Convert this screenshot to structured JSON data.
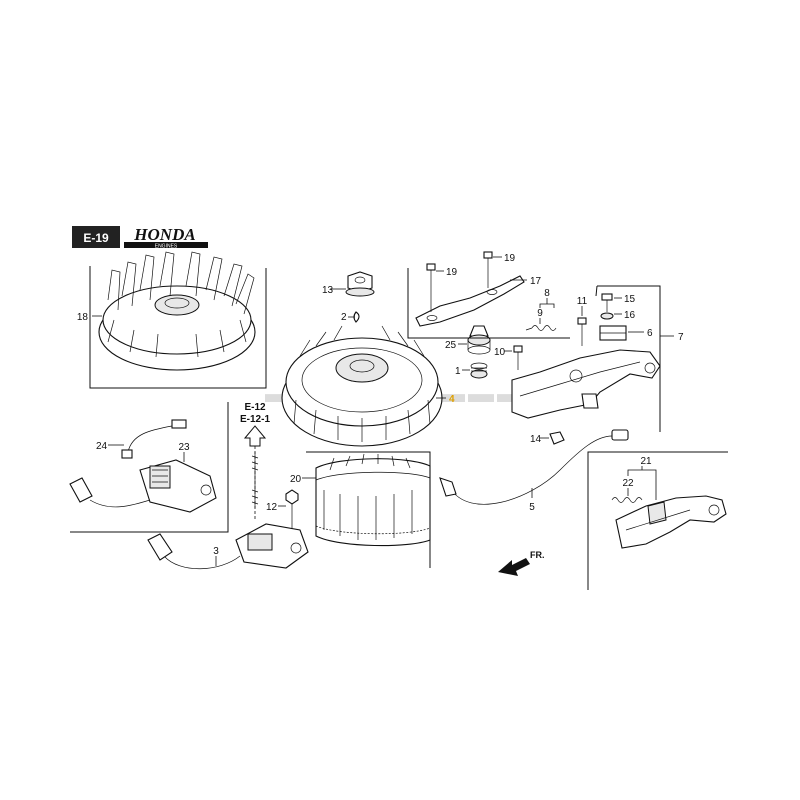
{
  "header": {
    "section_code": "E-19",
    "brand": "HONDA",
    "brand_sub": "ENGINES"
  },
  "reference": {
    "line1": "E-12",
    "line2": "E-12-1"
  },
  "direction": {
    "label": "FR."
  },
  "callouts": {
    "c1": "1",
    "c2": "2",
    "c3": "3",
    "c4": "4",
    "c5": "5",
    "c6": "6",
    "c7": "7",
    "c8": "8",
    "c9": "9",
    "c10": "10",
    "c11": "11",
    "c12": "12",
    "c13": "13",
    "c14": "14",
    "c15": "15",
    "c16": "16",
    "c17": "17",
    "c18": "18",
    "c19a": "19",
    "c19b": "19",
    "c20": "20",
    "c21": "21",
    "c22": "22",
    "c23": "23",
    "c24": "24",
    "c25": "25"
  },
  "colors": {
    "highlight": "#e0a000",
    "badge": "#222222"
  }
}
